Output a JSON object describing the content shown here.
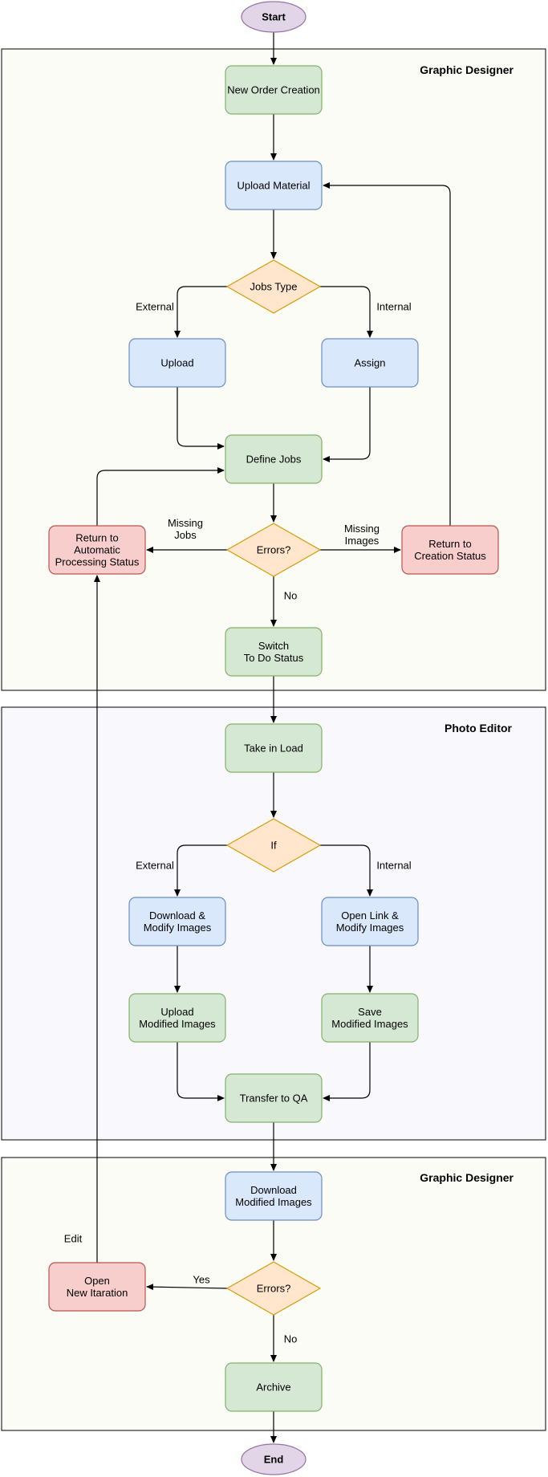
{
  "colors": {
    "lane_fill_designer": "#fcfcf6",
    "lane_fill_editor": "#f9f8fd",
    "green_fill": "#d5e8d4",
    "green_stroke": "#82b366",
    "blue_fill": "#dae8fc",
    "blue_stroke": "#6c8ebf",
    "red_fill": "#f8cecc",
    "red_stroke": "#b85450",
    "orange_fill": "#ffe6cc",
    "orange_stroke": "#d79b00",
    "purple_fill": "#e1d5e7",
    "purple_stroke": "#9673a6"
  },
  "lanes": {
    "designer_top": "Graphic Designer",
    "editor": "Photo Editor",
    "designer_bottom": "Graphic Designer"
  },
  "terminals": {
    "start": "Start",
    "end": "End"
  },
  "nodes": {
    "new_order": [
      "New Order Creation"
    ],
    "upload_material": [
      "Upload Material"
    ],
    "jobs_type": [
      "Jobs Type"
    ],
    "upload": [
      "Upload"
    ],
    "assign": [
      "Assign"
    ],
    "define_jobs": [
      "Define Jobs"
    ],
    "errors_1": [
      "Errors?"
    ],
    "return_auto": [
      "Return to",
      "Automatic",
      "Processing Status"
    ],
    "return_creation": [
      "Return to",
      "Creation Status"
    ],
    "switch_todo": [
      "Switch",
      "To Do Status"
    ],
    "take_in_load": [
      "Take in Load"
    ],
    "if": [
      "If"
    ],
    "download_modify": [
      "Download &",
      "Modify Images"
    ],
    "open_link": [
      "Open Link &",
      "Modify Images"
    ],
    "upload_modified": [
      "Upload",
      "Modified Images"
    ],
    "save_modified": [
      "Save",
      "Modified Images"
    ],
    "transfer_qa": [
      "Transfer to QA"
    ],
    "download_modified": [
      "Download",
      "Modified Images"
    ],
    "errors_2": [
      "Errors?"
    ],
    "open_iteration": [
      "Open",
      "New Itaration"
    ],
    "archive": [
      "Archive"
    ]
  },
  "edge_labels": {
    "external_1": [
      "External"
    ],
    "internal_1": [
      "Internal"
    ],
    "missing_jobs": [
      "Missing",
      "Jobs"
    ],
    "missing_images": [
      "Missing",
      "Images"
    ],
    "no_1": [
      "No"
    ],
    "external_2": [
      "External"
    ],
    "internal_2": [
      "Internal"
    ],
    "edit": [
      "Edit"
    ],
    "yes": [
      "Yes"
    ],
    "no_2": [
      "No"
    ]
  }
}
